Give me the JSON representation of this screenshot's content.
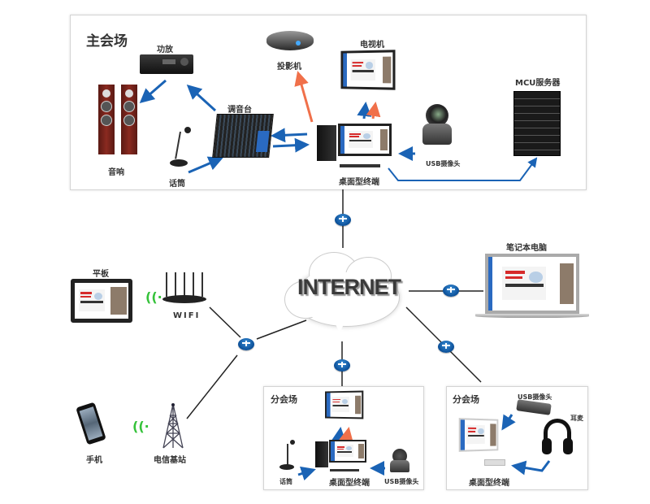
{
  "main_venue": {
    "title": "主会场",
    "devices": {
      "amplifier": "功放",
      "speakers": "音响",
      "microphone": "话筒",
      "mixer": "调音台",
      "projector": "投影机",
      "tv": "电视机",
      "desktop_terminal": "桌面型终端",
      "usb_camera": "USB摄像头",
      "mcu_server": "MCU服务器"
    }
  },
  "network": {
    "cloud_label": "INTERNET"
  },
  "remote_clients": {
    "tablet": "平板",
    "wifi": "WIFI",
    "phone": "手机",
    "base_station": "电信基站",
    "laptop": "笔记本电脑"
  },
  "branch_venue_1": {
    "title": "分会场",
    "devices": {
      "microphone": "话筒",
      "desktop_terminal": "桌面型终端",
      "usb_camera": "USB摄像头"
    }
  },
  "branch_venue_2": {
    "title": "分会场",
    "devices": {
      "usb_camera": "USB摄像头",
      "headset": "耳麦",
      "desktop_terminal": "桌面型终端"
    }
  },
  "colors": {
    "blue_arrow": "#1a63b5",
    "orange_arrow": "#f0704a",
    "link_line": "#222222",
    "router_blue": "#0b4f98",
    "wifi_green": "#35c23a"
  }
}
